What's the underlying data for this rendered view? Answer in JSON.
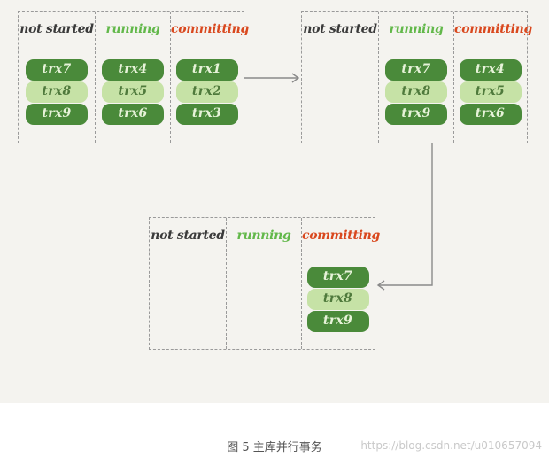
{
  "labels": {
    "not_started": "not started",
    "running": "running",
    "committing": "committing"
  },
  "stage1": {
    "not_started": [
      "trx7",
      "trx8",
      "trx9"
    ],
    "running": [
      "trx4",
      "trx5",
      "trx6"
    ],
    "committing": [
      "trx1",
      "trx2",
      "trx3"
    ]
  },
  "stage2": {
    "not_started": [],
    "running": [
      "trx7",
      "trx8",
      "trx9"
    ],
    "committing": [
      "trx4",
      "trx5",
      "trx6"
    ]
  },
  "stage3": {
    "not_started": [],
    "running": [],
    "committing": [
      "trx7",
      "trx8",
      "trx9"
    ]
  },
  "caption": "图 5 主库并行事务",
  "watermark": "https://blog.csdn.net/u010657094",
  "colors": {
    "running": "#62b84a",
    "committing": "#d9481e",
    "pill_dark": "#4a8a3a",
    "pill_light": "#c6e2a6"
  }
}
